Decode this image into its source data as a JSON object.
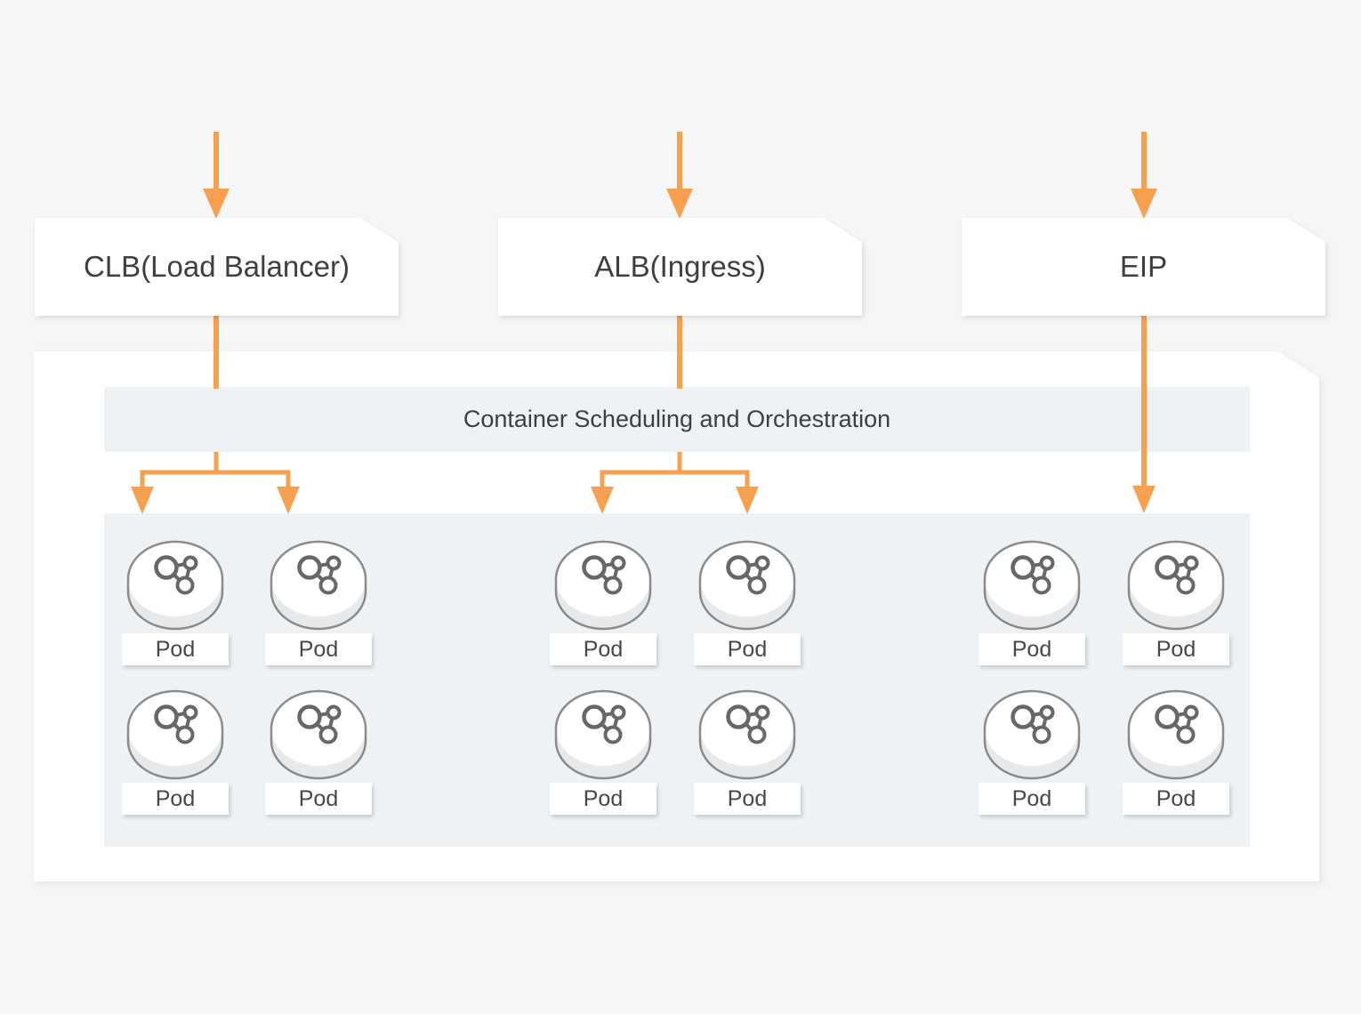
{
  "diagram": {
    "sources": [
      {
        "id": "clb",
        "label": "CLB(Load Balancer)"
      },
      {
        "id": "alb",
        "label": "ALB(Ingress)"
      },
      {
        "id": "eip",
        "label": "EIP"
      }
    ],
    "cluster": {
      "header": "Container Scheduling and Orchestration",
      "groups": [
        {
          "source": "clb",
          "pods": [
            "Pod",
            "Pod",
            "Pod",
            "Pod"
          ]
        },
        {
          "source": "alb",
          "pods": [
            "Pod",
            "Pod",
            "Pod",
            "Pod"
          ]
        },
        {
          "source": "eip",
          "pods": [
            "Pod",
            "Pod",
            "Pod",
            "Pod"
          ]
        }
      ]
    },
    "icons": {
      "pod": "pod-cylinder-icon",
      "flow": "down-arrow-icon"
    },
    "colors": {
      "arrow": "#F7A04F",
      "panel": "#EEF2F4",
      "canvas": "#F5F6F7",
      "node_bg": "#FFFFFF",
      "text": "#3D4043"
    }
  }
}
